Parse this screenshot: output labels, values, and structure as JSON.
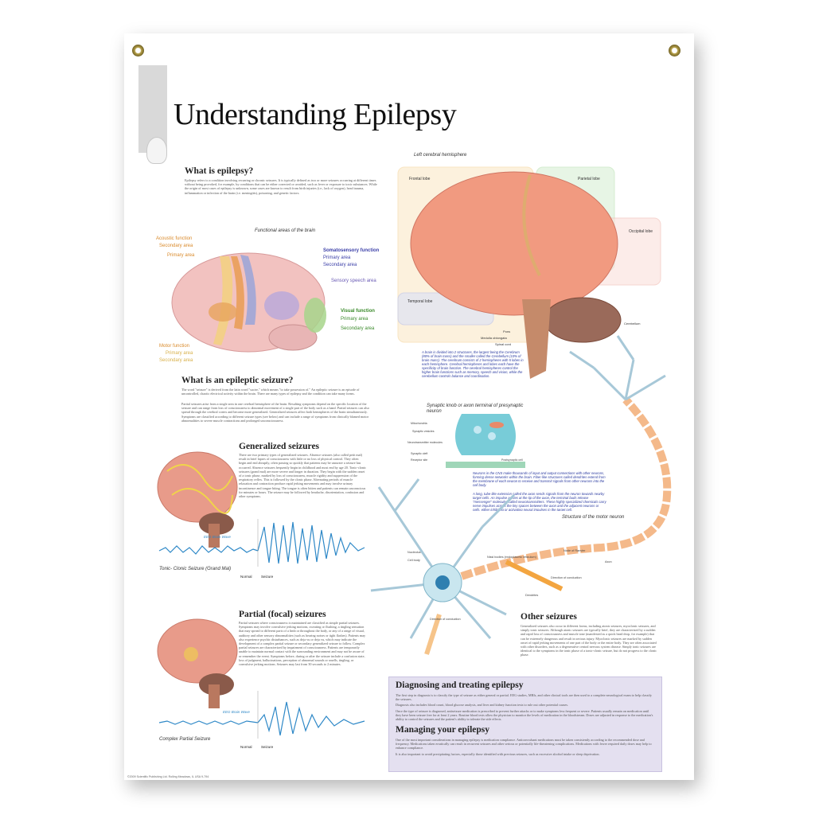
{
  "title": "Understanding Epilepsy",
  "sections": {
    "what_is": {
      "heading": "What is epilepsy?",
      "body": "Epilepsy refers to a condition involving recurring or chronic seizures. It is typically defined as two or more seizures occurring at different times without being provoked, for example, by conditions that can be either corrected or avoided, such as fever or exposure to toxic substances. While the origin of most cases of epilepsy is unknown, some cases are known to result from birth injuries (i.e., lack of oxygen), head trauma, inflammation or infection of the brain (i.e. meningitis), poisoning, and genetic factors."
    },
    "seizure": {
      "heading": "What is an epileptic seizure?",
      "body": "The word \"seizure\" is derived from the latin word \"sacire,\" which means \"to take possession of.\" An epileptic seizure is an episode of uncontrolled, chaotic electrical activity within the brain. There are many types of epilepsy and the condition can take many forms.",
      "body2": "Partial seizures arise from a single area in one cerebral hemisphere of the brain. Resulting symptoms depend on the specific location of the seizure and can range from loss of consciousness to abnormal movement of a single part of the body such as a hand. Partial seizures can also spread through the cerebral cortex and become more generalized. Generalized seizures affect both hemispheres of the brain simultaneously. Symptoms are classified according to different seizure types (see below) and can include a range of symptoms from clinically blamed motor abnormalities to severe muscle contractions and prolonged unconsciousness."
    },
    "generalized": {
      "heading": "Generalized seizures",
      "body": "There are two primary types of generalized seizures. Absence seizures (also called petit mal) result in brief lapses of consciousness with little or no loss of physical control. They often begin and end abruptly, often passing so quickly that patients may be unaware a seizure has occurred. Absence seizures frequently begin in childhood and most end by age 20. Tonic-clonic seizures (grand mal) are more severe and longer in duration. They begin with the sudden onset of a tonic phase, marked by loss of consciousness, muscle rigidity and suppression of the respiratory reflex. This is followed by the clonic phase. Alternating periods of muscle relaxation and contraction produce rapid jerking movements and may involve urinary incontinence and tongue biting. The tongue is often bitten and patients can remain unconscious for minutes or hours. The seizure may be followed by headache, disorientation, confusion and other symptoms."
    },
    "partial": {
      "heading": "Partial (focal) seizures",
      "body": "Partial seizures where consciousness is maintained are classified as simple partial seizures. Symptoms may involve convulsive jerking motions, sweating or flushing, a tingling sensation that may spread to different parts of a limb or throughout the body, or any of a range of visual, auditory and other sensory abnormalities (such as hearing noises or tight flashes). Patients may also experience psychic disturbances, such as deja vu or deja vu, which may indicate the development of a complex partial seizure or secondary generalized seizure to follow. Complex partial seizures are characterized by impairment of consciousness. Patients are temporarily unable to maintain normal contact with the surrounding environment and may not be aware of or remember the event. Symptoms before, during or after the seizure include a confusion state, loss of judgment, hallucinations, perception of abnormal sounds or smells, tingling, or convulsive jerking motions. Seizures may last from 30 seconds to 2 minutes."
    },
    "other": {
      "heading": "Other seizures",
      "body": "Generalized seizures also occur in different forms, including atonic seizures, myoclonic seizures, and simply tonic seizures. Although atonic seizures are typically brief, they are characterized by a sudden and rapid loss of consciousness and muscle tone (manifested as a quick head drop, for example) that can be extremely dangerous and result in serious injury. Myoclonic seizures are marked by sudden onset of rapid jerking movements of one part of the body or the entire body. They are often associated with other disorders, such as a degenerative central nervous system disease. Simply tonic seizures are identical to the symptoms in the tonic phase of a tonic-clonic seizure, but do not progress to the clonic phase."
    },
    "diagnosing": {
      "heading": "Diagnosing and treating epilepsy",
      "body": "The first step in diagnosis is to classify the type of seizure as either general or partial. EEG studies, MRIs, and other clinical tools are then used to a complete neurological exam to help classify the seizures.",
      "body2": "Diagnosis also includes blood count, blood glucose analysis, and liver and kidney function tests to rule out other potential causes.",
      "body3": "Once the type of seizure is diagnosed, antiseizure medication is prescribed to prevent further attacks or to make symptoms less frequent or severe. Patients usually remain on medication until they have been seizure free for at least 2 years. Routine blood tests allow the physician to monitor the levels of medication in the bloodstream. Doses are adjusted in response to the medication's ability to control the seizures and the patient's ability to tolerate the side effects."
    },
    "managing": {
      "heading": "Managing your epilepsy",
      "body": "One of the most important considerations in managing epilepsy is medication compliance. Anticonvulsant medications must be taken consistently according to the recommended dose and frequency. Medications taken erratically can result in recurrent seizures and other serious or potentially life-threatening complications. Medications with fewer required daily doses may help to enhance compliance.",
      "body2": "It is also important to avoid precipitating factors, especially those identified with previous seizures, such as excessive alcohol intake or sleep deprivation."
    }
  },
  "functional_brain": {
    "caption": "Functional areas of the brain",
    "acoustic": "Acoustic function",
    "acoustic_secondary": "Secondary area",
    "acoustic_primary": "Primary area",
    "somato": "Somatosensory function",
    "somato_primary": "Primary area",
    "somato_secondary": "Secondary area",
    "speech": "Sensory speech area",
    "visual": "Visual function",
    "visual_primary": "Primary area",
    "visual_secondary": "Secondary area",
    "motor": "Motor function",
    "motor_primary": "Primary area",
    "motor_secondary": "Secondary area",
    "colors": {
      "acoustic": "#d98a2b",
      "somato": "#3b3fa8",
      "speech": "#6a5bb5",
      "visual": "#3a8a2a",
      "motor": "#d8b04a"
    }
  },
  "hemisphere": {
    "caption": "Left cerebral hemisphere",
    "frontal": "Frontal lobe",
    "parietal": "Parietal lobe",
    "occipital": "Occipital lobe",
    "temporal": "Temporal lobe",
    "cerebellum": "Cerebellum",
    "pons": "Pons",
    "medulla": "Medulla oblongata",
    "spinal": "Spinal cord",
    "description": "A brain is divided into 2 structures, the largest being the Cerebrum (80% of brain mass) and the smaller called the Cerebellum (10% of brain mass). The cerebrum consists of 2 hemispheres with 5 lobes in each hemisphere. Cerebral hemispheres and lobes each have the specificity of brain function. The cerebral hemispheres control the higher brain functions such as memory, speech and vision, while the cerebellum controls balance and coordination."
  },
  "synapse": {
    "caption": "Synaptic knob or axon terminal of presynaptic neuron",
    "mitochondria": "Mitochondria",
    "vesicles": "Synaptic vesicles",
    "neurotransmitter": "Neurotransmitter molecules",
    "cleft": "Synaptic cleft",
    "receptor": "Receptor site",
    "postsynaptic": "Postsynaptic cell",
    "desc1": "Neurons in the CNS make thousands of input and output connections with other neurons, forming dense networks within the brain. Fiber-like structures called dendrites extend from the membrane of each neuron to receive and transmit signals from other neurons into the cell body.",
    "desc2": "A long, tube-like extension called the axon sends signals from the neuron towards nearby target cells. An impulse arrives at the tip of the axon, the terminal buds release \"messenger\" molecules called neurotransmitters. These highly specialized chemicals carry nerve impulses across the tiny spaces between the axon and the adjacent neurons or cells, either inhibiting or activating neural impulses in the target cell."
  },
  "neuron": {
    "caption": "Structure of the motor neuron",
    "nucleolus": "Nucleolus",
    "cell_body": "Cell body",
    "nissl": "Nissl bodies (endoplasmic reticulum)",
    "node": "Node of Ranvier",
    "axon": "Axon",
    "dendrites": "Dendrites",
    "direction1": "Direction of conduction",
    "direction2": "Direction of conduction"
  },
  "eeg": {
    "tonic_label": "EEG Brain Wave",
    "tonic_caption": "Tonic- Clonic Seizure (Grand Mal)",
    "normal": "Normal",
    "seizure": "Seizure",
    "complex_label": "EEG Brain Wave",
    "complex_caption": "Complex Partial Seizure",
    "normal2": "Normal",
    "seizure2": "Seizure"
  },
  "footer": "©2009 Scientific Publishing Ltd. Rolling Meadows, IL USA   9-794"
}
